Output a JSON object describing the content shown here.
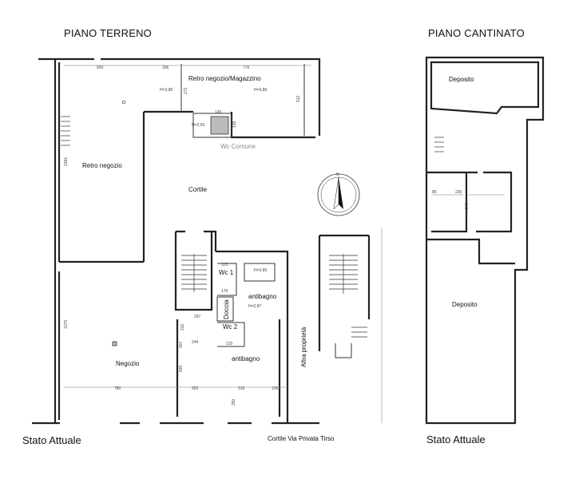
{
  "titles": {
    "ground_floor": "PIANO TERRENO",
    "basement": "PIANO CANTINATO"
  },
  "status": {
    "left": "Stato Attuale",
    "right": "Stato Attuale"
  },
  "ground_rooms": {
    "retro_magazzino": "Retro negozio/Magazzino",
    "retro_negozio": "Retro negozio",
    "cortile": "Cortile",
    "negozio": "Negozio",
    "wc1": "Wc 1",
    "wc2": "Wc 2",
    "doccia": "Doccia",
    "antibagno1": "antibagno",
    "antibagno2": "antibagno",
    "wc_comune": "Wc Comune",
    "altra_proprieta": "Altra proprietà",
    "cortile_via": "Cortile Via Privata Tirso"
  },
  "basement_rooms": {
    "deposito_top": "Deposito",
    "deposito_main": "Deposito"
  },
  "heights": {
    "h1": "H=3,85",
    "h2": "H=3,85",
    "h3": "H=2,55",
    "h4": "H=2,87",
    "h5": "H=3,85"
  },
  "dimensions": {
    "d550": "550",
    "d336": "336",
    "d776": "776",
    "d272": "272",
    "d145": "145",
    "d135": "135",
    "d512": "512",
    "d1391": "1391",
    "d1075": "1075",
    "d113": "113",
    "d176": "176",
    "d267": "267",
    "d244": "244",
    "d120": "120",
    "d210": "210",
    "d307": "307",
    "d935": "935",
    "d780": "780",
    "d302": "302",
    "d316": "316",
    "d136": "136",
    "d250": "250",
    "d85": "85",
    "d230": "230",
    "d340": "340"
  },
  "compass": {
    "north": "N"
  }
}
